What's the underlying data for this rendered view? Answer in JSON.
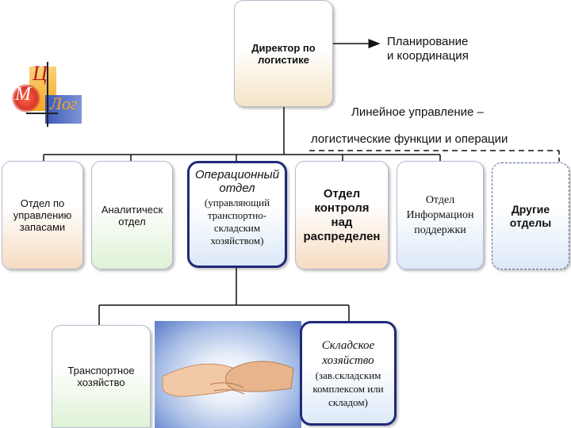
{
  "logo": {
    "letter_top": "Ц",
    "letter_left": "М",
    "letter_right": "Лог"
  },
  "director": {
    "line1": "Директор по",
    "line2": "логистике"
  },
  "planning": {
    "line1": "Планирование",
    "line2": "и координация"
  },
  "linear": {
    "line1": "Линейное управление –",
    "line2": "логистические функции и операции"
  },
  "boxes": {
    "inventory": {
      "line1": "Отдел по",
      "line2": "управлению",
      "line3": "запасами"
    },
    "analytic": {
      "line1": "Аналитическ",
      "line2": "отдел"
    },
    "operational": {
      "title1": "Операционный",
      "title2": "отдел",
      "sub1": "(управляющий",
      "sub2": "транспортно-",
      "sub3": "складским",
      "sub4": "хозяйством)"
    },
    "control": {
      "line1": "Отдел",
      "line2": "контроля",
      "line3": "над",
      "line4": "распределен"
    },
    "info": {
      "line1": "Отдел",
      "line2": "Информацион",
      "line3": "поддержки"
    },
    "other": {
      "line1": "Другие",
      "line2": "отделы"
    },
    "transport": {
      "line1": "Транспортное",
      "line2": "хозяйство"
    },
    "warehouse": {
      "title1": "Складское",
      "title2": "хозяйство",
      "sub1": "(зав.складским",
      "sub2": "комплексом или",
      "sub3": "складом)"
    }
  },
  "colors": {
    "line": "#111111",
    "bold_border": "#1e2a7a",
    "logo_orange": "#f5a623",
    "logo_blue": "#3a57b8",
    "logo_red": "#d9352b"
  }
}
